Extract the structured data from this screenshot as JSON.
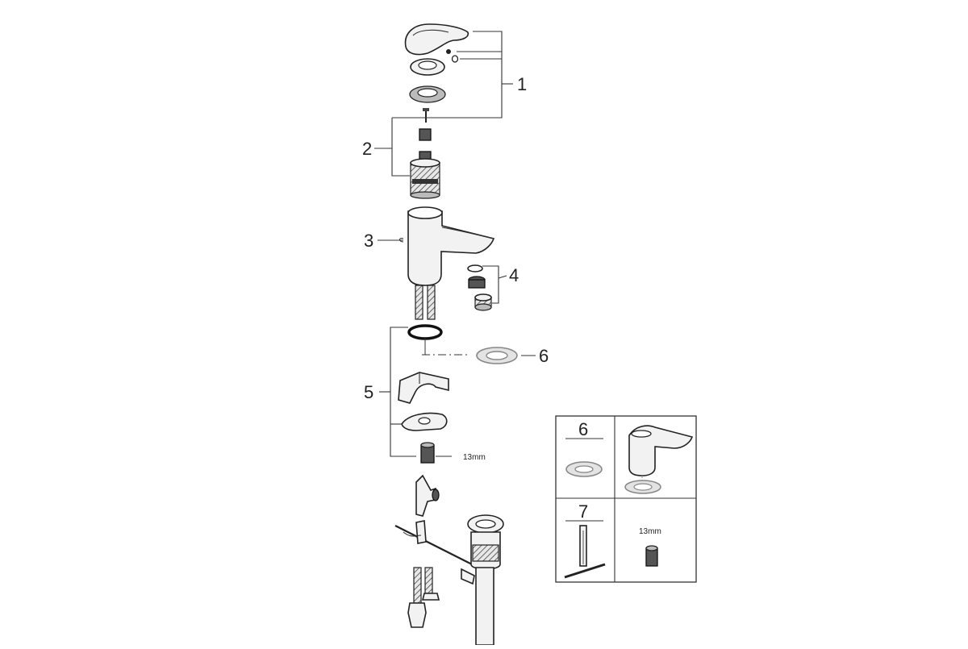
{
  "callouts": {
    "c1": "1",
    "c2": "2",
    "c3": "3",
    "c4": "4",
    "c5": "5",
    "c6": "6"
  },
  "wrench_size_label": "13mm",
  "inset": {
    "cell_6_number": "6",
    "cell_7_number": "7",
    "cell_wrench_label": "13mm"
  }
}
